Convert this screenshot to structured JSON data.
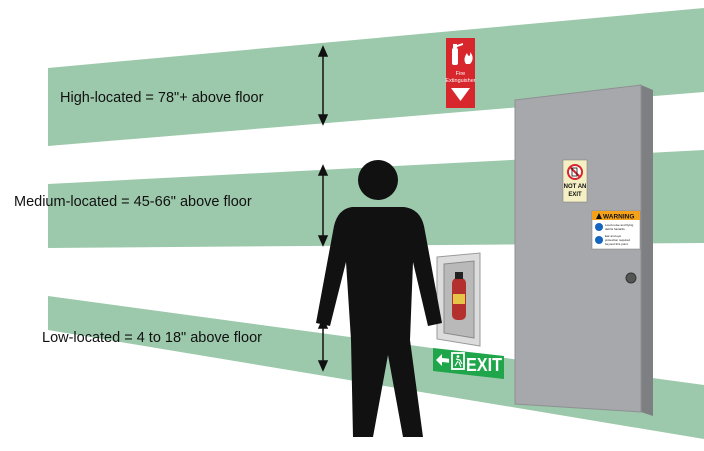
{
  "zones": {
    "high": "High-located = 78\"+ above floor",
    "medium": "Medium-located = 45-66\" above floor",
    "low": "Low-located = 4 to 18\" above floor"
  },
  "signs": {
    "fire_extinguisher_line1": "Fire",
    "fire_extinguisher_line2": "Extinguisher",
    "not_an_exit_line1": "NOT AN",
    "not_an_exit_line2": "EXIT",
    "warning_header": "WARNING",
    "warning_line1": "Loud noise and flying",
    "warning_line2": "debris hazards.",
    "warning_line3": "Ear and eye",
    "warning_line4": "protection required",
    "warning_line5": "beyond this point.",
    "exit_text": "EXIT"
  },
  "colors": {
    "band_green": "#9cc9ab",
    "door_gray": "#a6a8ab",
    "fire_red": "#d7262c",
    "exit_green": "#1fa54a",
    "warning_orange": "#f5a21a",
    "silhouette": "#111111"
  }
}
